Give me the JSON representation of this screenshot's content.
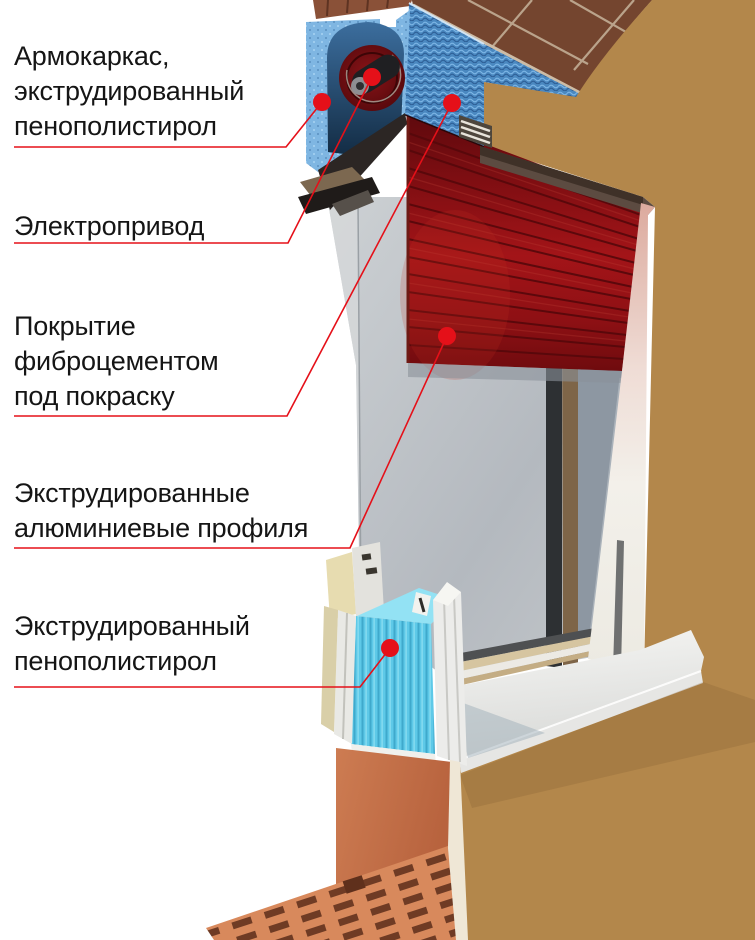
{
  "diagram": {
    "labels": [
      {
        "id": "frame-foam",
        "text": "Армокаркас,\nэкструдированный\nпенополистирол"
      },
      {
        "id": "electric-drive",
        "text": "Электропривод"
      },
      {
        "id": "fiber-cement",
        "text": "Покрытие\nфиброцементом\nпод покраску"
      },
      {
        "id": "aluminum-profiles",
        "text": "Экструдированные\nалюминиевые профиля"
      },
      {
        "id": "extruded-foam",
        "text": "Экструдированный\nпенополистирол"
      }
    ],
    "colors": {
      "annotation_red": "#e51019",
      "label_text": "#151515",
      "wall_stucco": "#b3874b",
      "tiles": "#74452f",
      "box_foam_blue": "#4a88c0",
      "shutter_red": "#9c1014",
      "window_glass": "#8d97a2",
      "sill_white": "#efefec",
      "foam_cyan": "#5ec9e8",
      "brick_terracotta": "#c8744c"
    }
  }
}
